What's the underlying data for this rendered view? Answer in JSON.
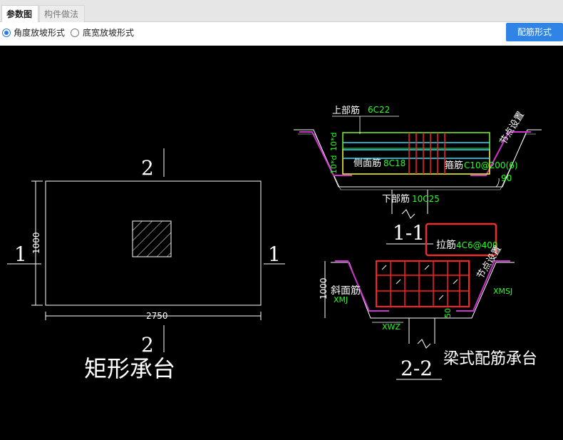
{
  "tabs": [
    {
      "label": "参数图",
      "active": true
    },
    {
      "label": "构件做法",
      "active": false
    }
  ],
  "options": [
    {
      "label": "角度放坡形式",
      "checked": true
    },
    {
      "label": "底宽放坡形式",
      "checked": false
    }
  ],
  "rebar_button": "配筋形式",
  "drawing": {
    "plan": {
      "section_top": "2",
      "section_bottom": "2",
      "section_left": "1",
      "section_right": "1",
      "dim_height": "1000",
      "dim_width": "2750",
      "title": "矩形承台"
    },
    "section1": {
      "top_rebar_label": "上部筋",
      "top_rebar_value": "6C22",
      "side_rebar_label": "侧面筋",
      "side_rebar_value": "8C18",
      "stirrup_label": "箍筋",
      "stirrup_value": "C10@200(6)",
      "bottom_rebar_label": "下部筋",
      "bottom_rebar_value": "10C25",
      "node_setting": "节点设置",
      "dim_10d_a": "10*d",
      "dim_10d_b": "10*d",
      "angle": "90",
      "title": "1-1"
    },
    "section2": {
      "tie_rebar_label": "拉筋",
      "tie_rebar_value": "4C6@400",
      "slope_rebar_label": "斜面筋",
      "xmj": "XMJ",
      "xmsj": "XMSJ",
      "xwz": "XWZ",
      "dim_1000": "1000",
      "dim_50": "50",
      "node_setting": "节点设置",
      "title": "2-2",
      "caption": "梁式配筋承台"
    }
  },
  "colors": {
    "accent": "#2f84e6",
    "highlight": "#e53030",
    "rebar_red": "#ff2020",
    "slope_magenta": "#cc33cc",
    "green_text": "#22ff22"
  }
}
